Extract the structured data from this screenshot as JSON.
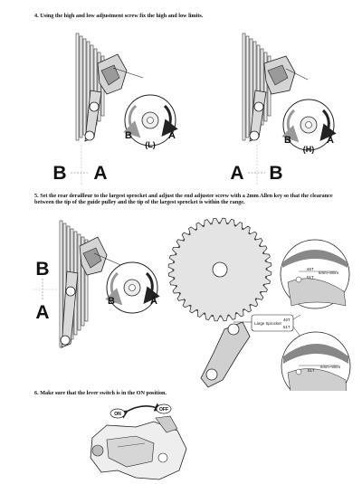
{
  "steps": {
    "step4": "4. Using the high and low adjustment screw fix the high and low limits.",
    "step5": "5. Set the rear derailleur to the largest sprocket and adjust the end adjuster screw with a 2mm Allen key so that the clearance between the tip of the guide pulley and the tip of the largest sprocket is within the range.",
    "step6": "6. Make sure that the lever switch is in the ON position."
  },
  "fig4_left": {
    "b_label": "B",
    "a_label": "A",
    "dial_b": "B",
    "dial_a": "A",
    "dial_center": "(L)"
  },
  "fig4_right": {
    "a_label": "A",
    "b_label": "B",
    "dial_b": "B",
    "dial_a": "A",
    "dial_center": "(H)"
  },
  "fig5": {
    "b_label": "B",
    "a_label": "A",
    "dial_b": "B",
    "dial_a": "A",
    "callout_title": "Large Sprocket",
    "callout_line1": "46T",
    "callout_line2": "51T",
    "zoom_top_a": "46T",
    "zoom_top_b": "51T",
    "zoom_top_note": "6mm~8mm",
    "zoom_bottom_a": "51T",
    "zoom_bottom_note": "6mm~8mm"
  },
  "fig6": {
    "on_label": "ON",
    "off_label": "OFF"
  }
}
